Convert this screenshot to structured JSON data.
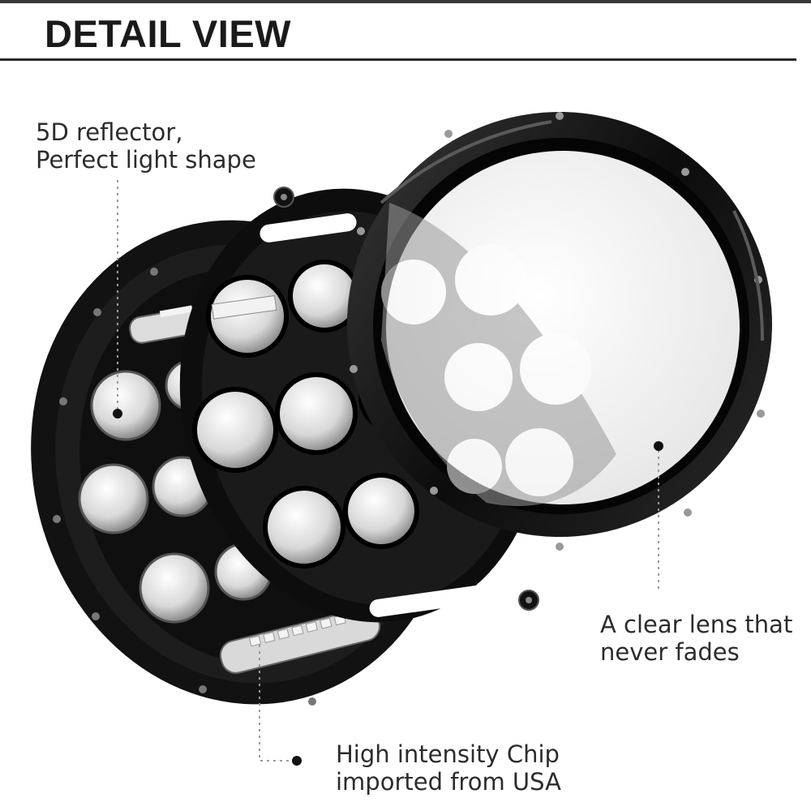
{
  "header": {
    "title": "DETAIL VIEW"
  },
  "callouts": {
    "reflector": {
      "line1": "5D reflector,",
      "line2": "Perfect light shape"
    },
    "lens": {
      "line1": "A clear lens that",
      "line2": "never fades"
    },
    "chip": {
      "line1": "High intensity Chip",
      "line2": "imported from USA"
    }
  },
  "colors": {
    "housing": "#141414",
    "lens_tint": "#cfcfcf",
    "callout_text": "#2c2c2c",
    "led_white": "#f4f4f4"
  }
}
